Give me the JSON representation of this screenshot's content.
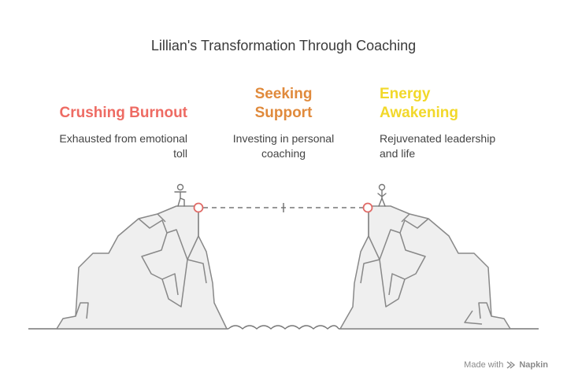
{
  "title": "Lillian's Transformation Through Coaching",
  "stages": [
    {
      "heading": "Crushing Burnout",
      "description": "Exhausted from emotional toll",
      "color": "#ee6b63"
    },
    {
      "heading": "Seeking Support",
      "description": "Investing in personal coaching",
      "color": "#e08a3c"
    },
    {
      "heading": "Energy Awakening",
      "description": "Rejuvenated leadership and life",
      "color": "#f2d82a"
    }
  ],
  "footer": {
    "made_with": "Made with",
    "brand": "Napkin"
  }
}
